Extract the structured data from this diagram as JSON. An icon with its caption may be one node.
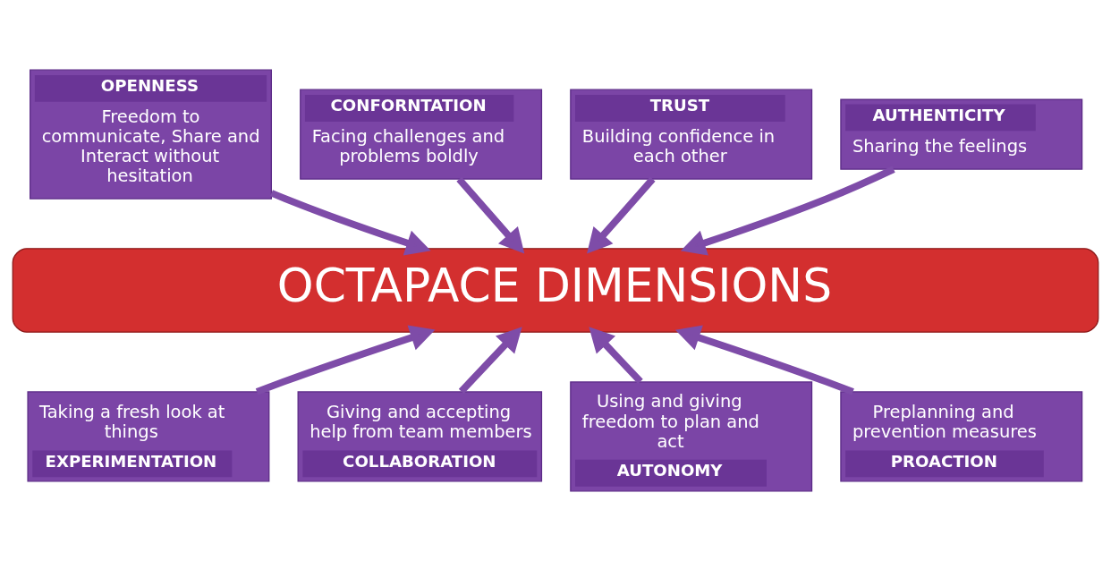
{
  "diagram": {
    "nodes": [
      {
        "text": [
          "OPENNESS",
          "Freedom to communicate, Share and Interact without hesitation"
        ]
      },
      {
        "text": [
          "CONFORNTATION",
          "Facing challenges and problems boldly"
        ]
      },
      {
        "text": [
          "TRUST",
          "Building confidence in each other"
        ]
      },
      {
        "text": [
          "AUTHENTICITY",
          "Sharing the feelings"
        ]
      },
      {
        "text": [
          "OCTAPACE DIMENSIONS"
        ]
      },
      {
        "text": [
          "Taking a fresh look at things",
          "EXPERIMENTATION"
        ]
      },
      {
        "text": [
          "Giving and accepting help from team members",
          "COLLABORATION"
        ]
      },
      {
        "text": [
          "Using and giving freedom to plan and act",
          "AUTONOMY"
        ]
      },
      {
        "text": [
          "Preplanning and prevention measures",
          "PROACTION"
        ]
      }
    ],
    "edges": [
      {
        "from": 0,
        "to": 4,
        "arrow": "to"
      },
      {
        "from": 1,
        "to": 4,
        "arrow": "to"
      },
      {
        "from": 2,
        "to": 4,
        "arrow": "to"
      },
      {
        "from": 3,
        "to": 4,
        "arrow": "to"
      },
      {
        "from": 5,
        "to": 4,
        "arrow": "to"
      },
      {
        "from": 6,
        "to": 4,
        "arrow": "to"
      },
      {
        "from": 7,
        "to": 4,
        "arrow": "to"
      },
      {
        "from": 8,
        "to": 4,
        "arrow": "to"
      }
    ]
  }
}
